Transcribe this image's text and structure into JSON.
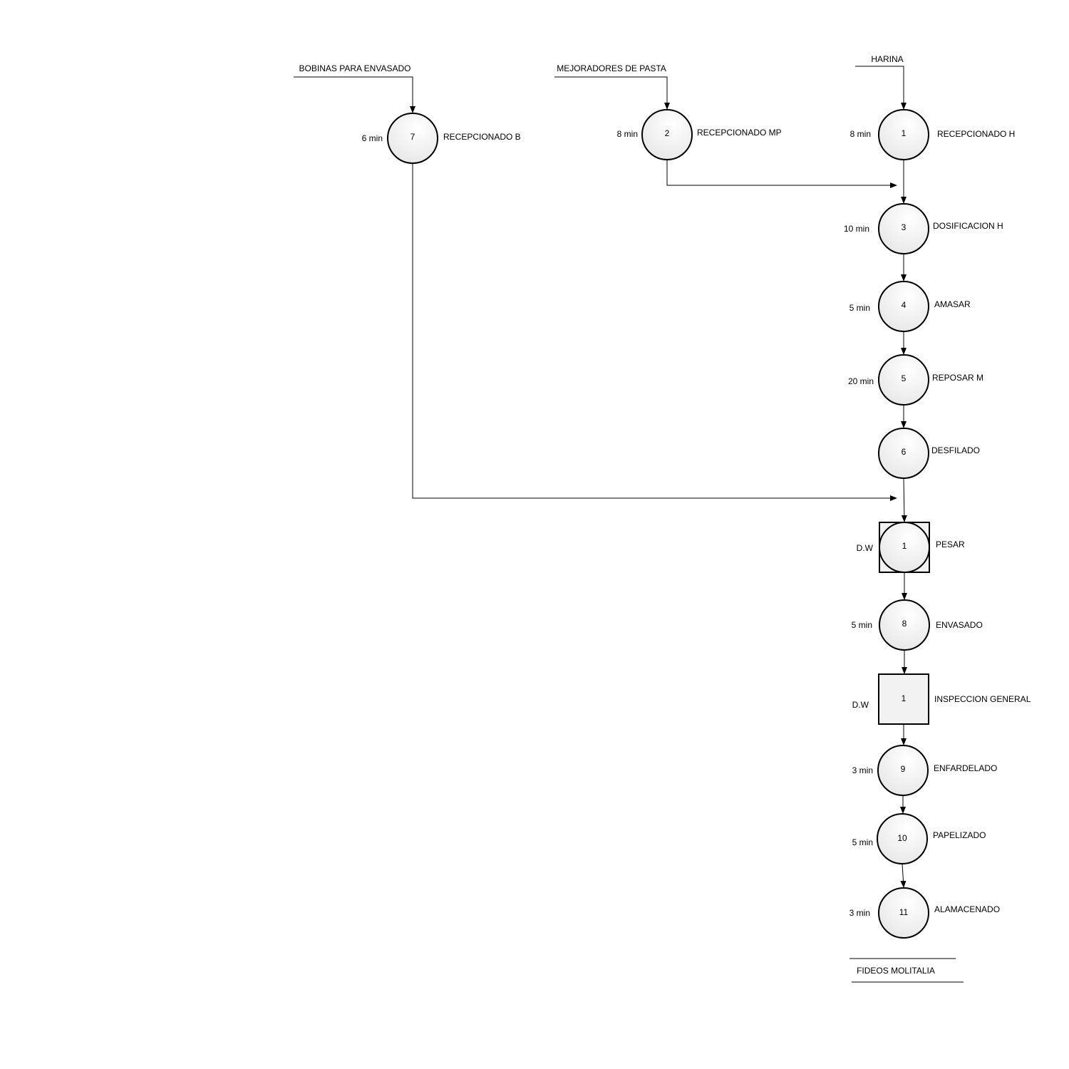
{
  "inputs": {
    "bobinas": "BOBINAS PARA ENVASADO",
    "mejoradores": "MEJORADORES DE PASTA",
    "harina": "HARINA"
  },
  "nodes": [
    {
      "num": "7",
      "label": "RECEPCIONADO B",
      "time": "6 min"
    },
    {
      "num": "2",
      "label": "RECEPCIONADO MP",
      "time": "8 min"
    },
    {
      "num": "1",
      "label": "RECEPCIONADO H",
      "time": "8 min"
    },
    {
      "num": "3",
      "label": "DOSIFICACION H",
      "time": "10 min"
    },
    {
      "num": "4",
      "label": "AMASAR",
      "time": "5 min"
    },
    {
      "num": "5",
      "label": "REPOSAR M",
      "time": "20 min"
    },
    {
      "num": "6",
      "label": "DESFILADO",
      "time": ""
    },
    {
      "num": "1",
      "label": "PESAR",
      "time": "D.W"
    },
    {
      "num": "8",
      "label": "ENVASADO",
      "time": "5 min"
    },
    {
      "num": "1",
      "label": "INSPECCION GENERAL",
      "time": "D.W"
    },
    {
      "num": "9",
      "label": "ENFARDELADO",
      "time": "3 min"
    },
    {
      "num": "10",
      "label": "PAPELIZADO",
      "time": "5 min"
    },
    {
      "num": "11",
      "label": "ALAMACENADO",
      "time": "3 min"
    }
  ],
  "output": "FIDEOS MOLITALIA"
}
